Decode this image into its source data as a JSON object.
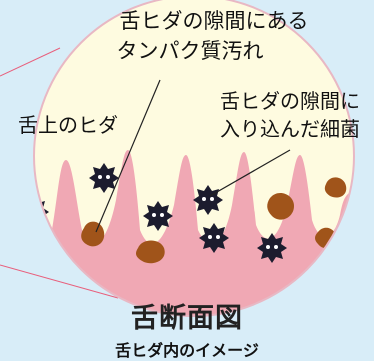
{
  "diagram": {
    "labels": {
      "plaque": [
        "舌ヒダの隙間にある",
        "タンパク質汚れ"
      ],
      "bacteria": [
        "舌ヒダの隙間に",
        "入り込んだ細菌"
      ],
      "papillae": "舌上のヒダ"
    },
    "title": "舌断面図",
    "subtitle": "舌ヒダ内のイメージ"
  },
  "colors": {
    "background": "#d8edf8",
    "circle_fill": "#fefbe0",
    "circle_border": "#e8b8c4",
    "tissue_fill": "#f0a8b4",
    "plaque_fill": "#a0541a",
    "bacteria_fill": "#1c1c2e",
    "guide_line": "#e85f7c",
    "pointer_line": "#222222"
  }
}
